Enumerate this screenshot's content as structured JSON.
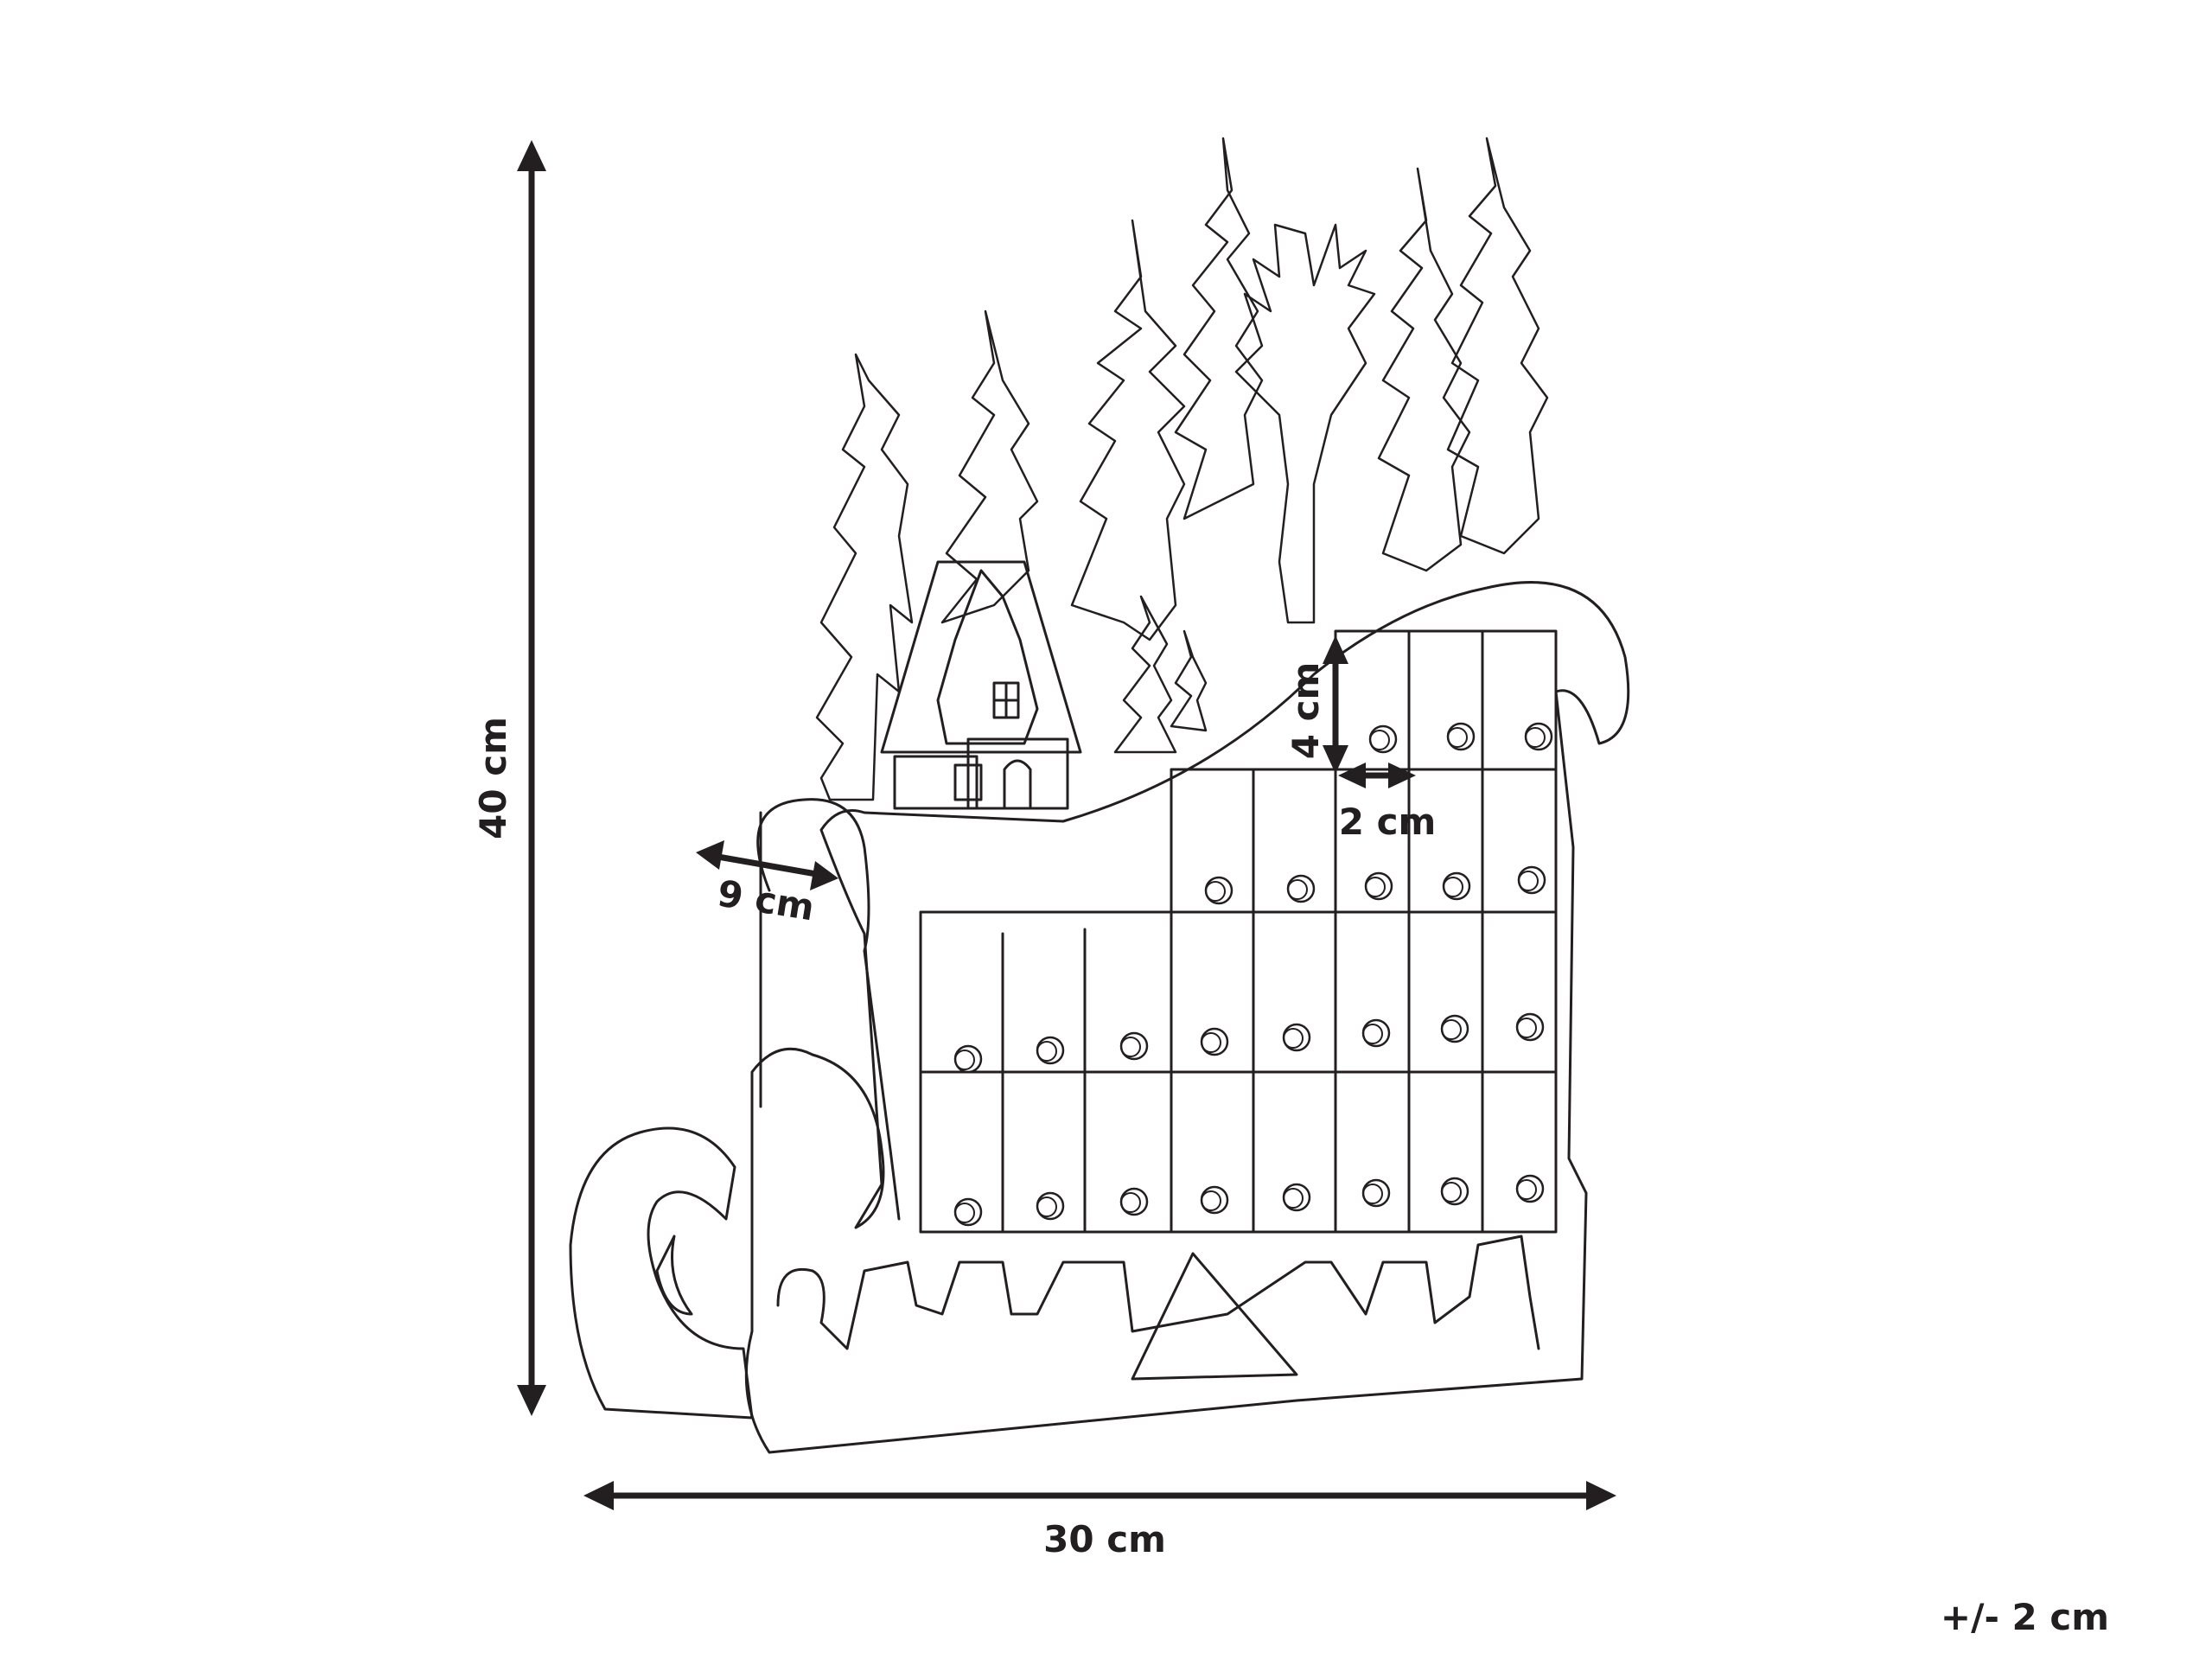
{
  "dimensions": {
    "height": "40 cm",
    "width": "30 cm",
    "depth": "9 cm",
    "drawer_height": "4 cm",
    "drawer_width": "2 cm",
    "tolerance": "+/- 2 cm"
  },
  "colors": {
    "ink": "#231f20",
    "background": "#ffffff"
  }
}
